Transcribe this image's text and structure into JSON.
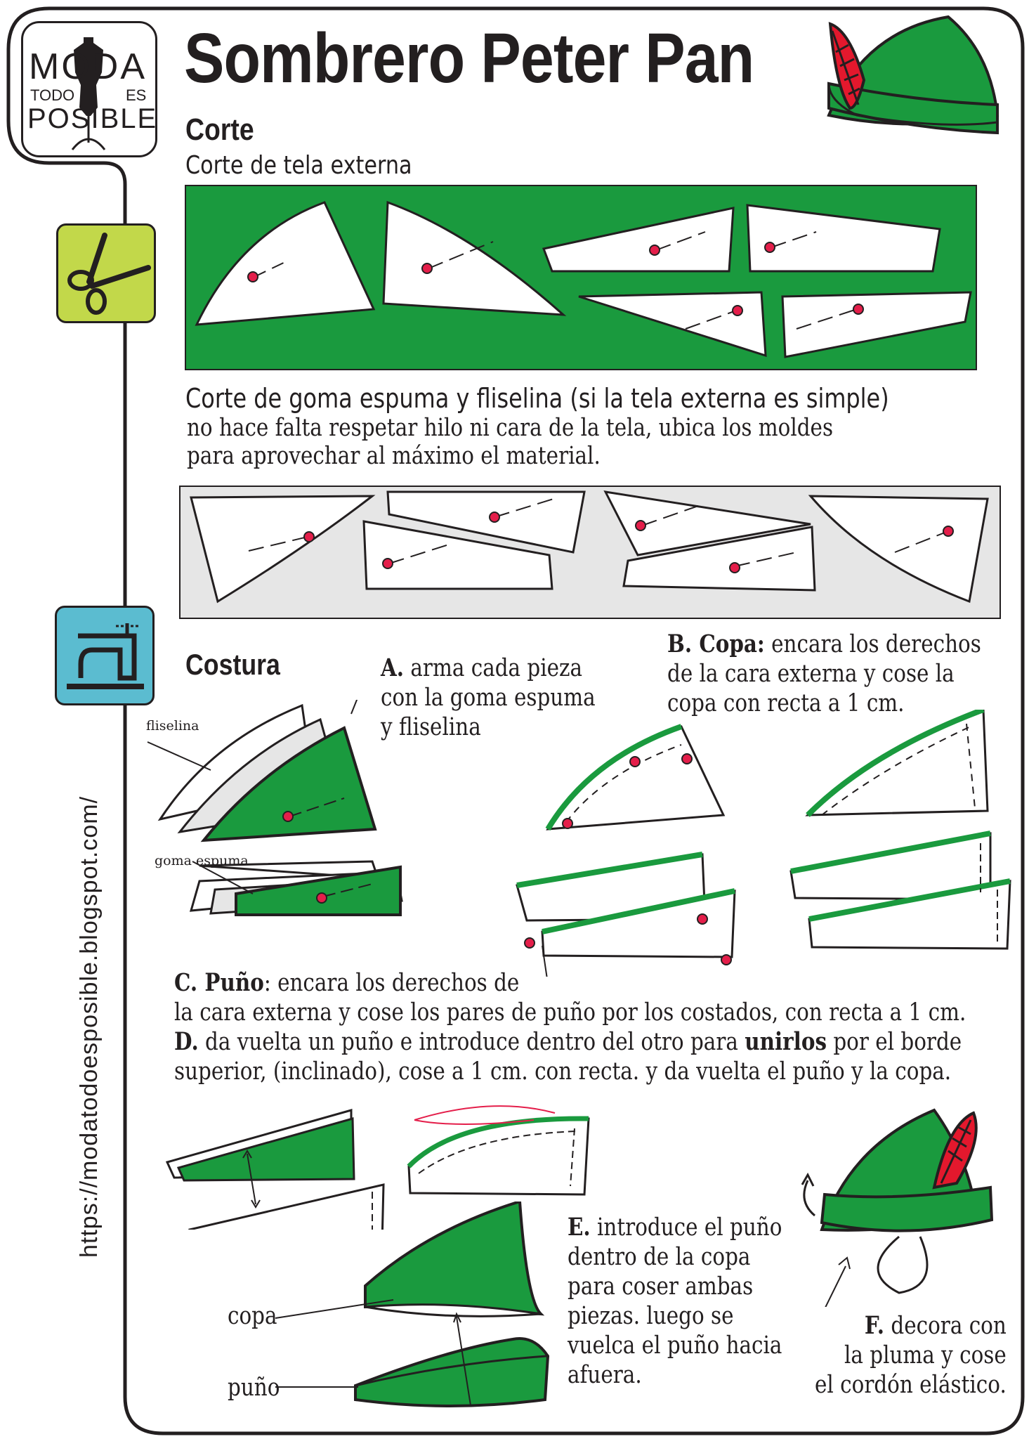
{
  "logo": {
    "line1": "MODA",
    "line2a": "TODO",
    "line2b": "ES",
    "line3": "POSIBLE"
  },
  "title": "Sombrero Peter Pan",
  "section_corte": "Corte",
  "corte_externa": "Corte de tela externa",
  "corte_goma": {
    "line1": "Corte de goma espuma y fliselina (si la tela externa es simple)",
    "line2": "no hace falta respetar hilo ni cara de la tela, ubica los moldes",
    "line3": "para aprovechar al máximo el material."
  },
  "section_costura": "Costura",
  "labels": {
    "fliselina": "fliselina",
    "goma_espuma": "goma espuma",
    "copa": "copa",
    "puno": "puño"
  },
  "step_a": {
    "letter": "A.",
    "line1": " arma cada pieza",
    "line2": "con la goma espuma",
    "line3": "y fliselina"
  },
  "step_b": {
    "letter": "B. Copa:",
    "line1": " encara los derechos",
    "line2": "de la cara externa y cose la",
    "line3": "copa con recta a 1 cm."
  },
  "step_c": {
    "letter": "C. Puño",
    "line1": ": encara los derechos de",
    "line2": "la cara externa y cose los pares de puño por los costados, con recta a 1 cm."
  },
  "step_d": {
    "letter": "D.",
    "line1a": " da vuelta un puño e introduce dentro del otro para ",
    "line1b": "unirlos",
    "line1c": " por el borde",
    "line2": "superior, (inclinado), cose a 1 cm. con recta. y da vuelta el puño y la copa."
  },
  "step_e": {
    "letter": "E.",
    "line1": " introduce el puño",
    "line2": "dentro de la copa",
    "line3": "para coser ambas",
    "line4": "piezas. luego se",
    "line5": "vuelca el puño hacia",
    "line6": "afuera."
  },
  "step_f": {
    "letter": "F.",
    "line1": " decora con",
    "line2": "la pluma y cose",
    "line3": "el cordón elástico."
  },
  "url": "https://modatodoesposible.blogspot.com/",
  "icons": [
    "scissors-icon",
    "sewing-machine-icon",
    "dress-form-icon",
    "peter-pan-hat-icon"
  ],
  "colors": {
    "green": "#1a9a3e",
    "lime": "#c2d84a",
    "teal": "#5bbcd0",
    "pin": "#e41e4a",
    "gray": "#e6e6e6",
    "feather": "#e3182d"
  }
}
